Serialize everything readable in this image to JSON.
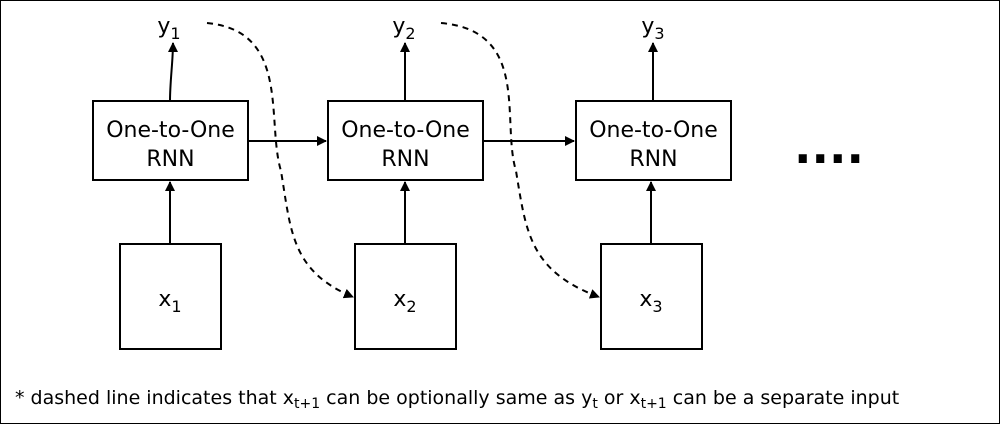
{
  "nodes": [
    {
      "line1": "One-to-One",
      "line2": "RNN"
    },
    {
      "line1": "One-to-One",
      "line2": "RNN"
    },
    {
      "line1": "One-to-One",
      "line2": "RNN"
    }
  ],
  "inputs": [
    {
      "base": "x",
      "sub": "1"
    },
    {
      "base": "x",
      "sub": "2"
    },
    {
      "base": "x",
      "sub": "3"
    }
  ],
  "outputs": [
    {
      "base": "y",
      "sub": "1"
    },
    {
      "base": "y",
      "sub": "2"
    },
    {
      "base": "y",
      "sub": "3"
    }
  ],
  "continuation": "....",
  "footnote": {
    "p1": "* dashed line indicates that x",
    "s1": "t+1",
    "p2": " can be optionally same as y",
    "s2": "t",
    "p3": " or x",
    "s3": "t+1",
    "p4": " can be a separate input"
  }
}
